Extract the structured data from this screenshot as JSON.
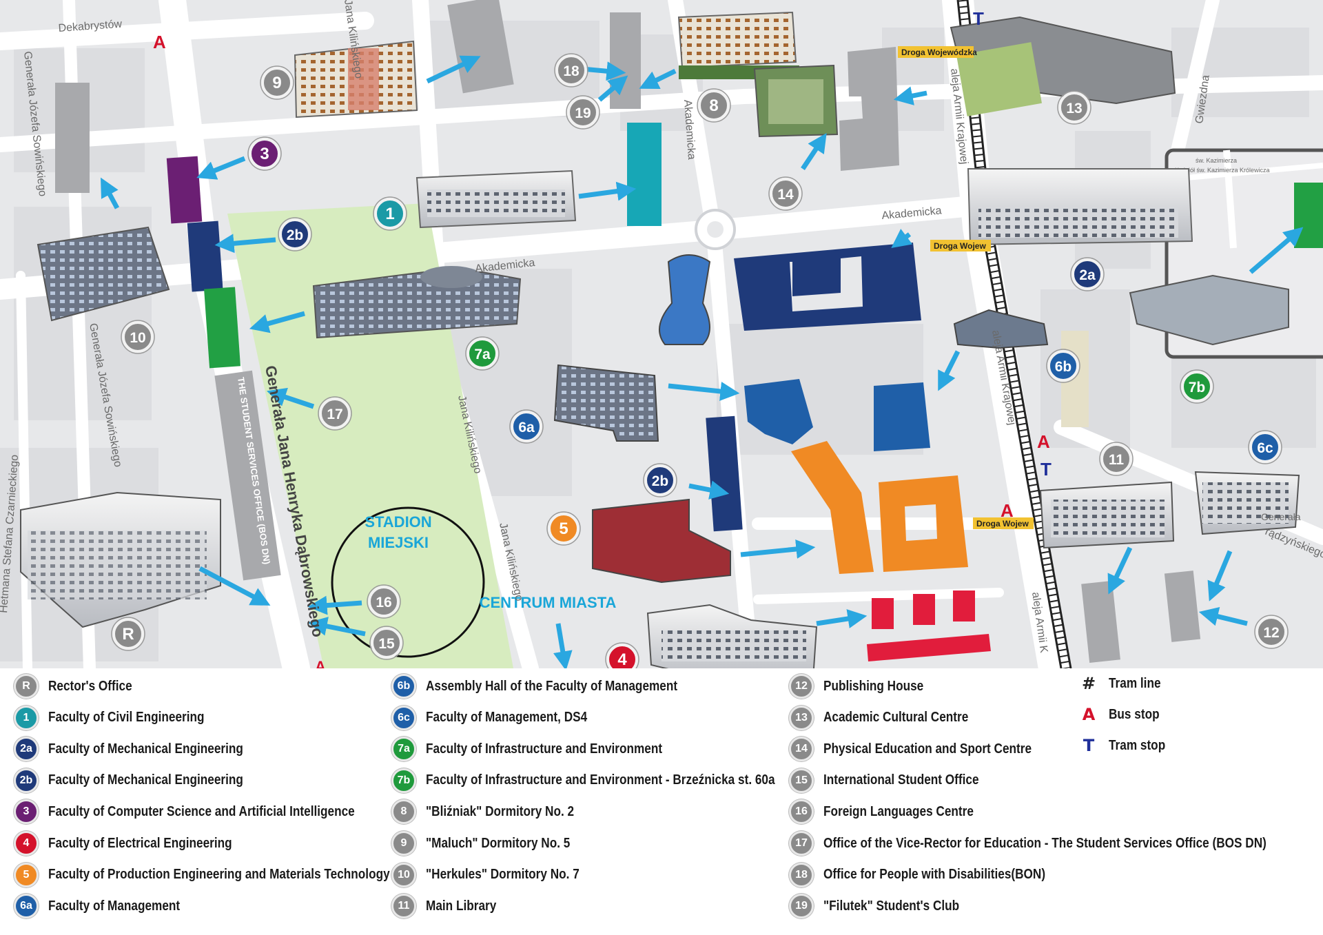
{
  "map": {
    "streets": {
      "dekabrystow": "Dekabrystów",
      "sowinskiego_top": "Generała Józefa Sowińskiego",
      "sowinskiego_low": "Generała Józefa Sowińskiego",
      "czarnieckiego": "Hetmana Stefana Czarnieckiego",
      "dabrowskiego": "Generała Jana Henryka Dąbrowskiego",
      "kilinskiego_top": "Jana Kilińskiego",
      "kilinskiego_mid": "Jana Kilińskiego",
      "kilinskiego_low": "Jana Kilińskiego",
      "akademicka_left": "Akademicka",
      "akademicka_right": "Akademicka",
      "akademicka_vertical": "Akademicka",
      "armii_krajowej_top": "aleja Armii Krajowej",
      "armii_krajowej_mid": "aleja Armii Krajowej",
      "armii_krajowej_low": "aleja Armii K",
      "gwiezdna": "Gwiezdna",
      "dr_woj_1": "Droga Wojewódzka",
      "dr_woj_2": "Droga Wojew",
      "dr_woj_3": "Droga Wojew",
      "gen_right": "Generała",
      "radzynskiego": "rądzyńskiego",
      "inset_church": "Kościół św. Kazimierza Królewicza",
      "inset_street": "św. Kazimierza"
    },
    "area_labels": {
      "stadium": "STADION\nMIEJSKI",
      "city_centre": "CENTRUM MIASTA",
      "bos_building": "THE STUDENT SERVICES OFFICE (BOS DN)"
    },
    "markers": [
      {
        "id": "1",
        "color": "#1a9aa6"
      },
      {
        "id": "2a",
        "color": "#1f3a7a"
      },
      {
        "id": "2b",
        "color": "#1f3a7a"
      },
      {
        "id": "2b",
        "color": "#1f3a7a"
      },
      {
        "id": "3",
        "color": "#6b1f73"
      },
      {
        "id": "4",
        "color": "#d4122b"
      },
      {
        "id": "5",
        "color": "#f08a24"
      },
      {
        "id": "6a",
        "color": "#1f5fa8"
      },
      {
        "id": "6b",
        "color": "#1f5fa8"
      },
      {
        "id": "6c",
        "color": "#1f5fa8"
      },
      {
        "id": "7a",
        "color": "#1f9a3c"
      },
      {
        "id": "7b",
        "color": "#1f9a3c"
      },
      {
        "id": "8",
        "color": "#8a8a8a"
      },
      {
        "id": "9",
        "color": "#8a8a8a"
      },
      {
        "id": "10",
        "color": "#8a8a8a"
      },
      {
        "id": "11",
        "color": "#8a8a8a"
      },
      {
        "id": "12",
        "color": "#8a8a8a"
      },
      {
        "id": "13",
        "color": "#8a8a8a"
      },
      {
        "id": "14",
        "color": "#8a8a8a"
      },
      {
        "id": "15",
        "color": "#8a8a8a"
      },
      {
        "id": "16",
        "color": "#8a8a8a"
      },
      {
        "id": "17",
        "color": "#8a8a8a"
      },
      {
        "id": "18",
        "color": "#8a8a8a"
      },
      {
        "id": "19",
        "color": "#8a8a8a"
      },
      {
        "id": "R",
        "color": "#8a8a8a"
      }
    ],
    "bus_stop_glyph": "A",
    "tram_stop_glyph": "T"
  },
  "legend": {
    "col1": [
      {
        "badge": "R",
        "color": "#8a8a8a",
        "label": "Rector's Office"
      },
      {
        "badge": "1",
        "color": "#1a9aa6",
        "label": "Faculty of Civil Engineering"
      },
      {
        "badge": "2a",
        "color": "#1f3a7a",
        "label": "Faculty of Mechanical Engineering"
      },
      {
        "badge": "2b",
        "color": "#1f3a7a",
        "label": "Faculty of Mechanical Engineering"
      },
      {
        "badge": "3",
        "color": "#6b1f73",
        "label": "Faculty of Computer Science and Artificial Intelligence"
      },
      {
        "badge": "4",
        "color": "#d4122b",
        "label": "Faculty of Electrical Engineering"
      },
      {
        "badge": "5",
        "color": "#f08a24",
        "label": "Faculty of Production Engineering and Materials Technology"
      },
      {
        "badge": "6a",
        "color": "#1f5fa8",
        "label": "Faculty of Management"
      }
    ],
    "col2": [
      {
        "badge": "6b",
        "color": "#1f5fa8",
        "label": "Assembly Hall of the Faculty of Management"
      },
      {
        "badge": "6c",
        "color": "#1f5fa8",
        "label": "Faculty of Management, DS4"
      },
      {
        "badge": "7a",
        "color": "#1f9a3c",
        "label": "Faculty of Infrastructure and Environment"
      },
      {
        "badge": "7b",
        "color": "#1f9a3c",
        "label": "Faculty of Infrastructure and Environment - Brzeźnicka st. 60a"
      },
      {
        "badge": "8",
        "color": "#8a8a8a",
        "label": "\"Bliźniak\" Dormitory No. 2"
      },
      {
        "badge": "9",
        "color": "#8a8a8a",
        "label": "\"Maluch\" Dormitory No. 5"
      },
      {
        "badge": "10",
        "color": "#8a8a8a",
        "label": "\"Herkules\" Dormitory No. 7"
      },
      {
        "badge": "11",
        "color": "#8a8a8a",
        "label": "Main Library"
      }
    ],
    "col3": [
      {
        "badge": "12",
        "color": "#8a8a8a",
        "label": "Publishing House"
      },
      {
        "badge": "13",
        "color": "#8a8a8a",
        "label": "Academic Cultural Centre"
      },
      {
        "badge": "14",
        "color": "#8a8a8a",
        "label": "Physical Education and Sport Centre"
      },
      {
        "badge": "15",
        "color": "#8a8a8a",
        "label": "International Student Office"
      },
      {
        "badge": "16",
        "color": "#8a8a8a",
        "label": "Foreign Languages Centre"
      },
      {
        "badge": "17",
        "color": "#8a8a8a",
        "label": "Office of the Vice-Rector for Education - The Student Services Office (BOS DN)"
      },
      {
        "badge": "18",
        "color": "#8a8a8a",
        "label": "Office for People with Disabilities(BON)"
      },
      {
        "badge": "19",
        "color": "#8a8a8a",
        "label": "\"Filutek\" Student's Club"
      }
    ],
    "col4": [
      {
        "symbol": "#",
        "color": "#222222",
        "label": "Tram line"
      },
      {
        "symbol": "A",
        "color": "#d4122b",
        "label": "Bus stop"
      },
      {
        "symbol": "T",
        "color": "#1f2f9a",
        "label": "Tram stop"
      }
    ]
  }
}
